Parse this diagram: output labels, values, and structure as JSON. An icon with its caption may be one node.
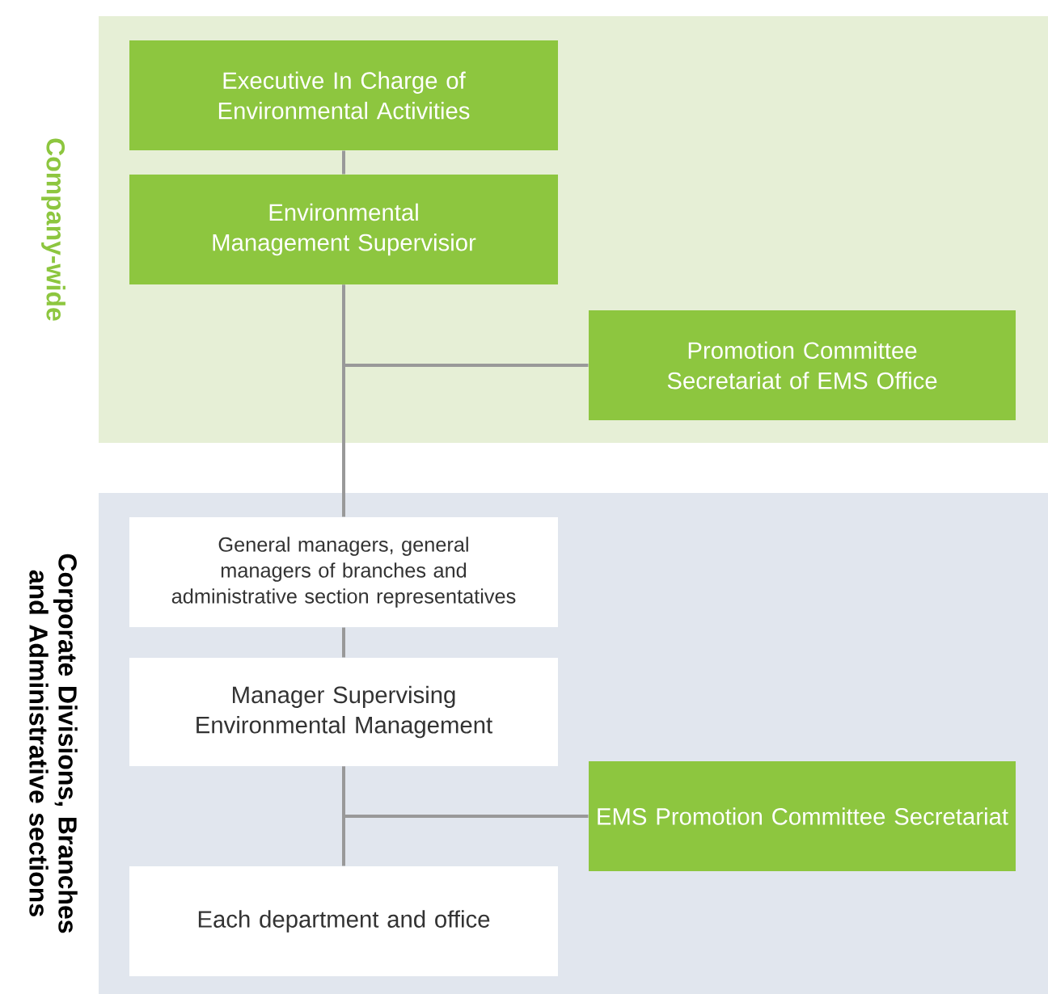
{
  "diagram": {
    "nodes": [
      {
        "text": [
          "Company-wide"
        ]
      },
      {
        "text": [
          "Corporate Divisions, Branches and Administrative sections"
        ]
      },
      {
        "text": [
          "Executive In Charge of Environmental Activities"
        ],
        "in": 0
      },
      {
        "text": [
          "Environmental Management Supervisior"
        ],
        "in": 0
      },
      {
        "text": [
          "Promotion Committee Secretariat of EMS Office"
        ],
        "in": 0
      },
      {
        "text": [
          "General managers, general managers of branches and administrative section representatives"
        ],
        "in": 1
      },
      {
        "text": [
          "Manager Supervising Environmental Management"
        ],
        "in": 1
      },
      {
        "text": [
          "EMS Promotion Committee Secretariat"
        ],
        "in": 1
      },
      {
        "text": [
          "Each department and office"
        ],
        "in": 1
      }
    ],
    "edges": [
      {
        "from": 2,
        "to": 3,
        "arrow": "none"
      },
      {
        "from": 3,
        "to": 5,
        "arrow": "none"
      },
      {
        "from": 3,
        "to": 4,
        "arrow": "none"
      },
      {
        "from": 5,
        "to": 6,
        "arrow": "none"
      },
      {
        "from": 6,
        "to": 8,
        "arrow": "none"
      },
      {
        "from": 6,
        "to": 7,
        "arrow": "none"
      }
    ]
  }
}
